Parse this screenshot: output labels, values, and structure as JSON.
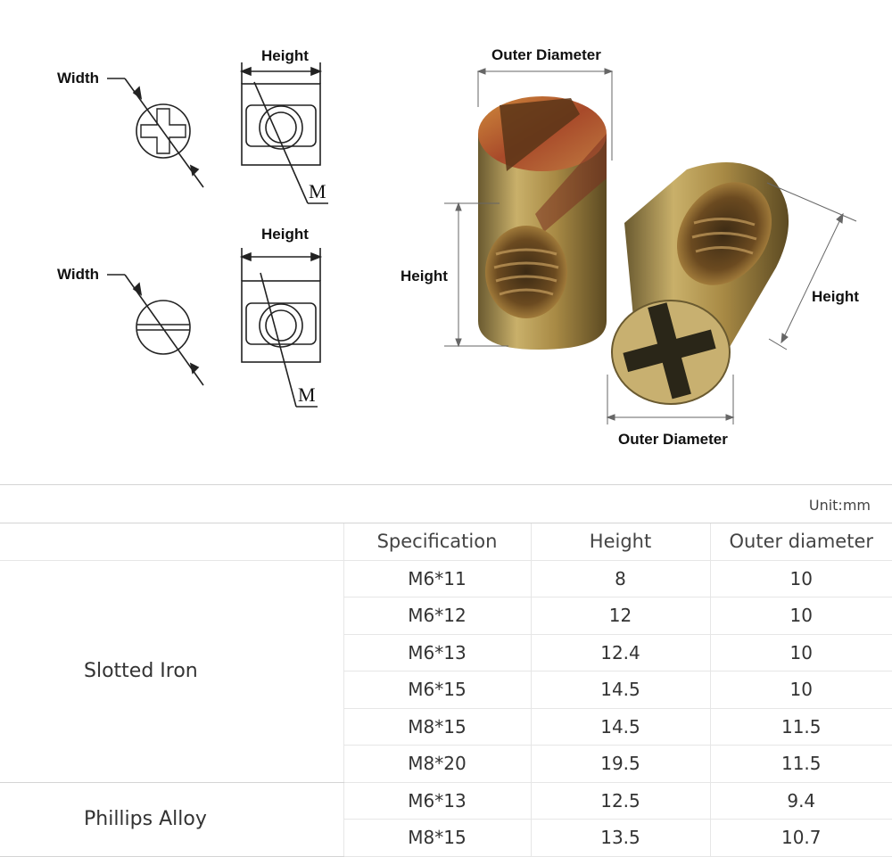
{
  "figure": {
    "labels": {
      "width_top": "Width",
      "height_top": "Height",
      "m_top": "M",
      "width_bottom": "Width",
      "height_bottom": "Height",
      "m_bottom": "M",
      "outer_diameter_top": "Outer Diameter",
      "height_left": "Height",
      "height_right": "Height",
      "outer_diameter_bottom": "Outer Diameter"
    },
    "colors": {
      "brass": "#b49a55",
      "copper": "#b8602e",
      "dark": "#4a3a20"
    }
  },
  "unit": "Unit:mm",
  "table": {
    "headers": [
      "Specification",
      "Height",
      "Outer diameter"
    ],
    "groups": [
      {
        "name": "Slotted Iron",
        "rows": [
          [
            "M6*11",
            "8",
            "10"
          ],
          [
            "M6*12",
            "12",
            "10"
          ],
          [
            "M6*13",
            "12.4",
            "10"
          ],
          [
            "M6*15",
            "14.5",
            "10"
          ],
          [
            "M8*15",
            "14.5",
            "11.5"
          ],
          [
            "M8*20",
            "19.5",
            "11.5"
          ]
        ]
      },
      {
        "name": "Phillips Alloy",
        "rows": [
          [
            "M6*13",
            "12.5",
            "9.4"
          ],
          [
            "M8*15",
            "13.5",
            "10.7"
          ]
        ]
      }
    ]
  }
}
